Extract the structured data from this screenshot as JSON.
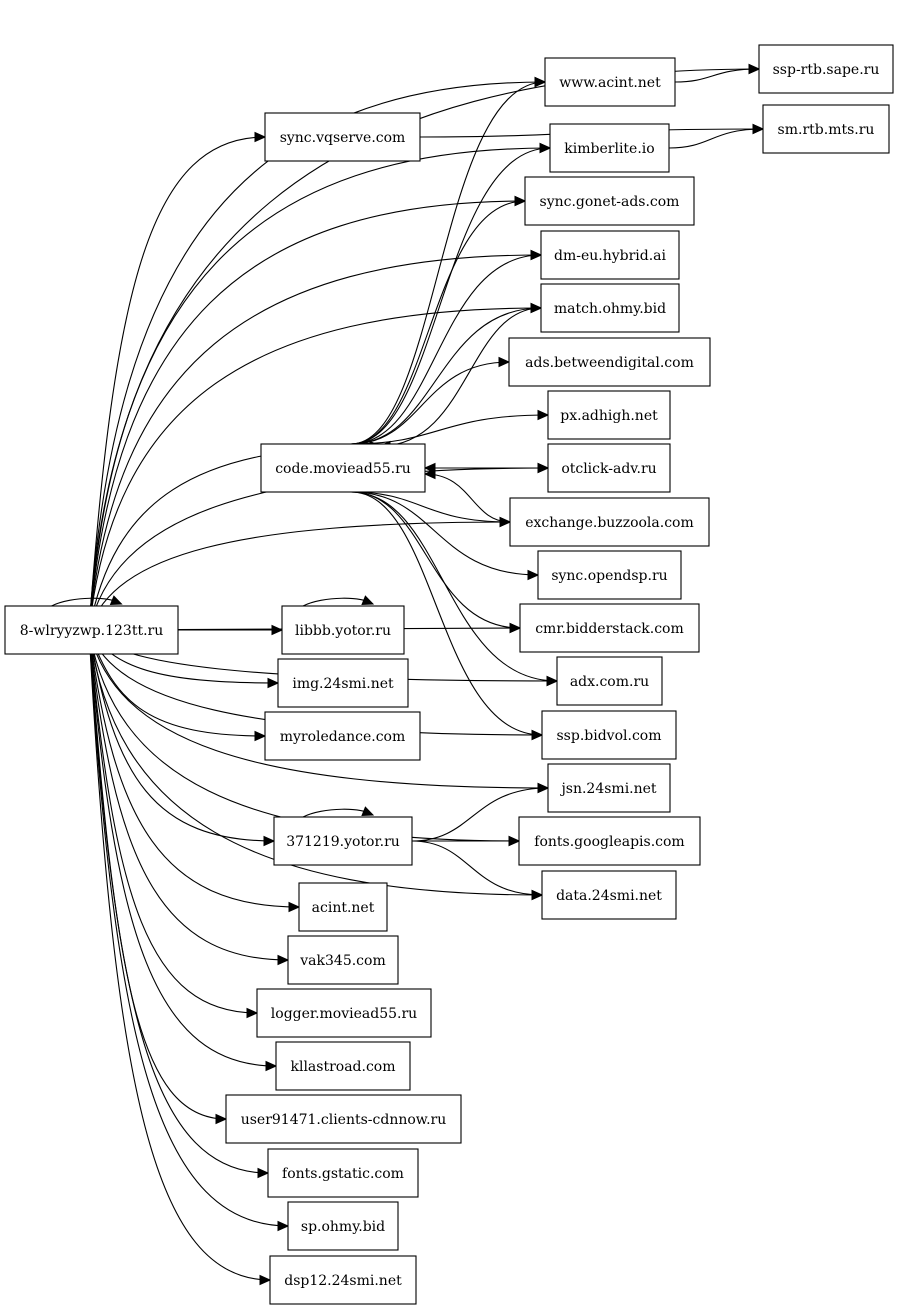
{
  "graph": {
    "nodes": [
      {
        "id": "root",
        "label": "8-wlryyzwp.123tt.ru"
      },
      {
        "id": "sape",
        "label": "ssp-rtb.sape.ru"
      },
      {
        "id": "wacint",
        "label": "www.acint.net"
      },
      {
        "id": "vq",
        "label": "sync.vqserve.com"
      },
      {
        "id": "mts",
        "label": "sm.rtb.mts.ru"
      },
      {
        "id": "kimber",
        "label": "kimberlite.io"
      },
      {
        "id": "gonet",
        "label": "sync.gonet-ads.com"
      },
      {
        "id": "hybrid",
        "label": "dm-eu.hybrid.ai"
      },
      {
        "id": "ohmy",
        "label": "match.ohmy.bid"
      },
      {
        "id": "between",
        "label": "ads.betweendigital.com"
      },
      {
        "id": "adhigh",
        "label": "px.adhigh.net"
      },
      {
        "id": "movie",
        "label": "code.moviead55.ru"
      },
      {
        "id": "otclick",
        "label": "otclick-adv.ru"
      },
      {
        "id": "buzz",
        "label": "exchange.buzzoola.com"
      },
      {
        "id": "opendsp",
        "label": "sync.opendsp.ru"
      },
      {
        "id": "bidder",
        "label": "cmr.bidderstack.com"
      },
      {
        "id": "adx",
        "label": "adx.com.ru"
      },
      {
        "id": "bidvol",
        "label": "ssp.bidvol.com"
      },
      {
        "id": "libbb",
        "label": "libbb.yotor.ru"
      },
      {
        "id": "img24",
        "label": "img.24smi.net"
      },
      {
        "id": "myrole",
        "label": "myroledance.com"
      },
      {
        "id": "jsn",
        "label": "jsn.24smi.net"
      },
      {
        "id": "y371",
        "label": "371219.yotor.ru"
      },
      {
        "id": "gapis",
        "label": "fonts.googleapis.com"
      },
      {
        "id": "data24",
        "label": "data.24smi.net"
      },
      {
        "id": "acint",
        "label": "acint.net"
      },
      {
        "id": "vak",
        "label": "vak345.com"
      },
      {
        "id": "logger",
        "label": "logger.moviead55.ru"
      },
      {
        "id": "kll",
        "label": "kllastroad.com"
      },
      {
        "id": "cdn",
        "label": "user91471.clients-cdnnow.ru"
      },
      {
        "id": "gstatic",
        "label": "fonts.gstatic.com"
      },
      {
        "id": "spohmy",
        "label": "sp.ohmy.bid"
      },
      {
        "id": "dsp12",
        "label": "dsp12.24smi.net"
      }
    ],
    "edges": [
      {
        "from": "root",
        "to": "root"
      },
      {
        "from": "root",
        "to": "sape"
      },
      {
        "from": "root",
        "to": "wacint"
      },
      {
        "from": "root",
        "to": "vq"
      },
      {
        "from": "root",
        "to": "kimber"
      },
      {
        "from": "root",
        "to": "gonet"
      },
      {
        "from": "root",
        "to": "hybrid"
      },
      {
        "from": "root",
        "to": "ohmy"
      },
      {
        "from": "root",
        "to": "movie"
      },
      {
        "from": "root",
        "to": "otclick"
      },
      {
        "from": "root",
        "to": "buzz"
      },
      {
        "from": "root",
        "to": "bidder"
      },
      {
        "from": "root",
        "to": "adx"
      },
      {
        "from": "root",
        "to": "bidvol"
      },
      {
        "from": "root",
        "to": "libbb"
      },
      {
        "from": "root",
        "to": "img24"
      },
      {
        "from": "root",
        "to": "myrole"
      },
      {
        "from": "root",
        "to": "jsn"
      },
      {
        "from": "root",
        "to": "gapis"
      },
      {
        "from": "root",
        "to": "y371"
      },
      {
        "from": "root",
        "to": "data24"
      },
      {
        "from": "root",
        "to": "acint"
      },
      {
        "from": "root",
        "to": "vak"
      },
      {
        "from": "root",
        "to": "logger"
      },
      {
        "from": "root",
        "to": "kll"
      },
      {
        "from": "root",
        "to": "cdn"
      },
      {
        "from": "root",
        "to": "gstatic"
      },
      {
        "from": "root",
        "to": "spohmy"
      },
      {
        "from": "root",
        "to": "dsp12"
      },
      {
        "from": "wacint",
        "to": "sape"
      },
      {
        "from": "vq",
        "to": "mts"
      },
      {
        "from": "kimber",
        "to": "mts"
      },
      {
        "from": "movie",
        "to": "wacint"
      },
      {
        "from": "movie",
        "to": "kimber"
      },
      {
        "from": "movie",
        "to": "gonet"
      },
      {
        "from": "movie",
        "to": "hybrid"
      },
      {
        "from": "movie",
        "to": "ohmy"
      },
      {
        "from": "ohmy",
        "to": "movie"
      },
      {
        "from": "movie",
        "to": "between"
      },
      {
        "from": "movie",
        "to": "adhigh"
      },
      {
        "from": "movie",
        "to": "otclick"
      },
      {
        "from": "otclick",
        "to": "movie"
      },
      {
        "from": "movie",
        "to": "buzz"
      },
      {
        "from": "buzz",
        "to": "movie"
      },
      {
        "from": "movie",
        "to": "opendsp"
      },
      {
        "from": "movie",
        "to": "bidder"
      },
      {
        "from": "movie",
        "to": "adx"
      },
      {
        "from": "movie",
        "to": "bidvol"
      },
      {
        "from": "libbb",
        "to": "libbb"
      },
      {
        "from": "y371",
        "to": "y371"
      },
      {
        "from": "y371",
        "to": "jsn"
      },
      {
        "from": "y371",
        "to": "gapis"
      },
      {
        "from": "y371",
        "to": "data24"
      }
    ]
  }
}
